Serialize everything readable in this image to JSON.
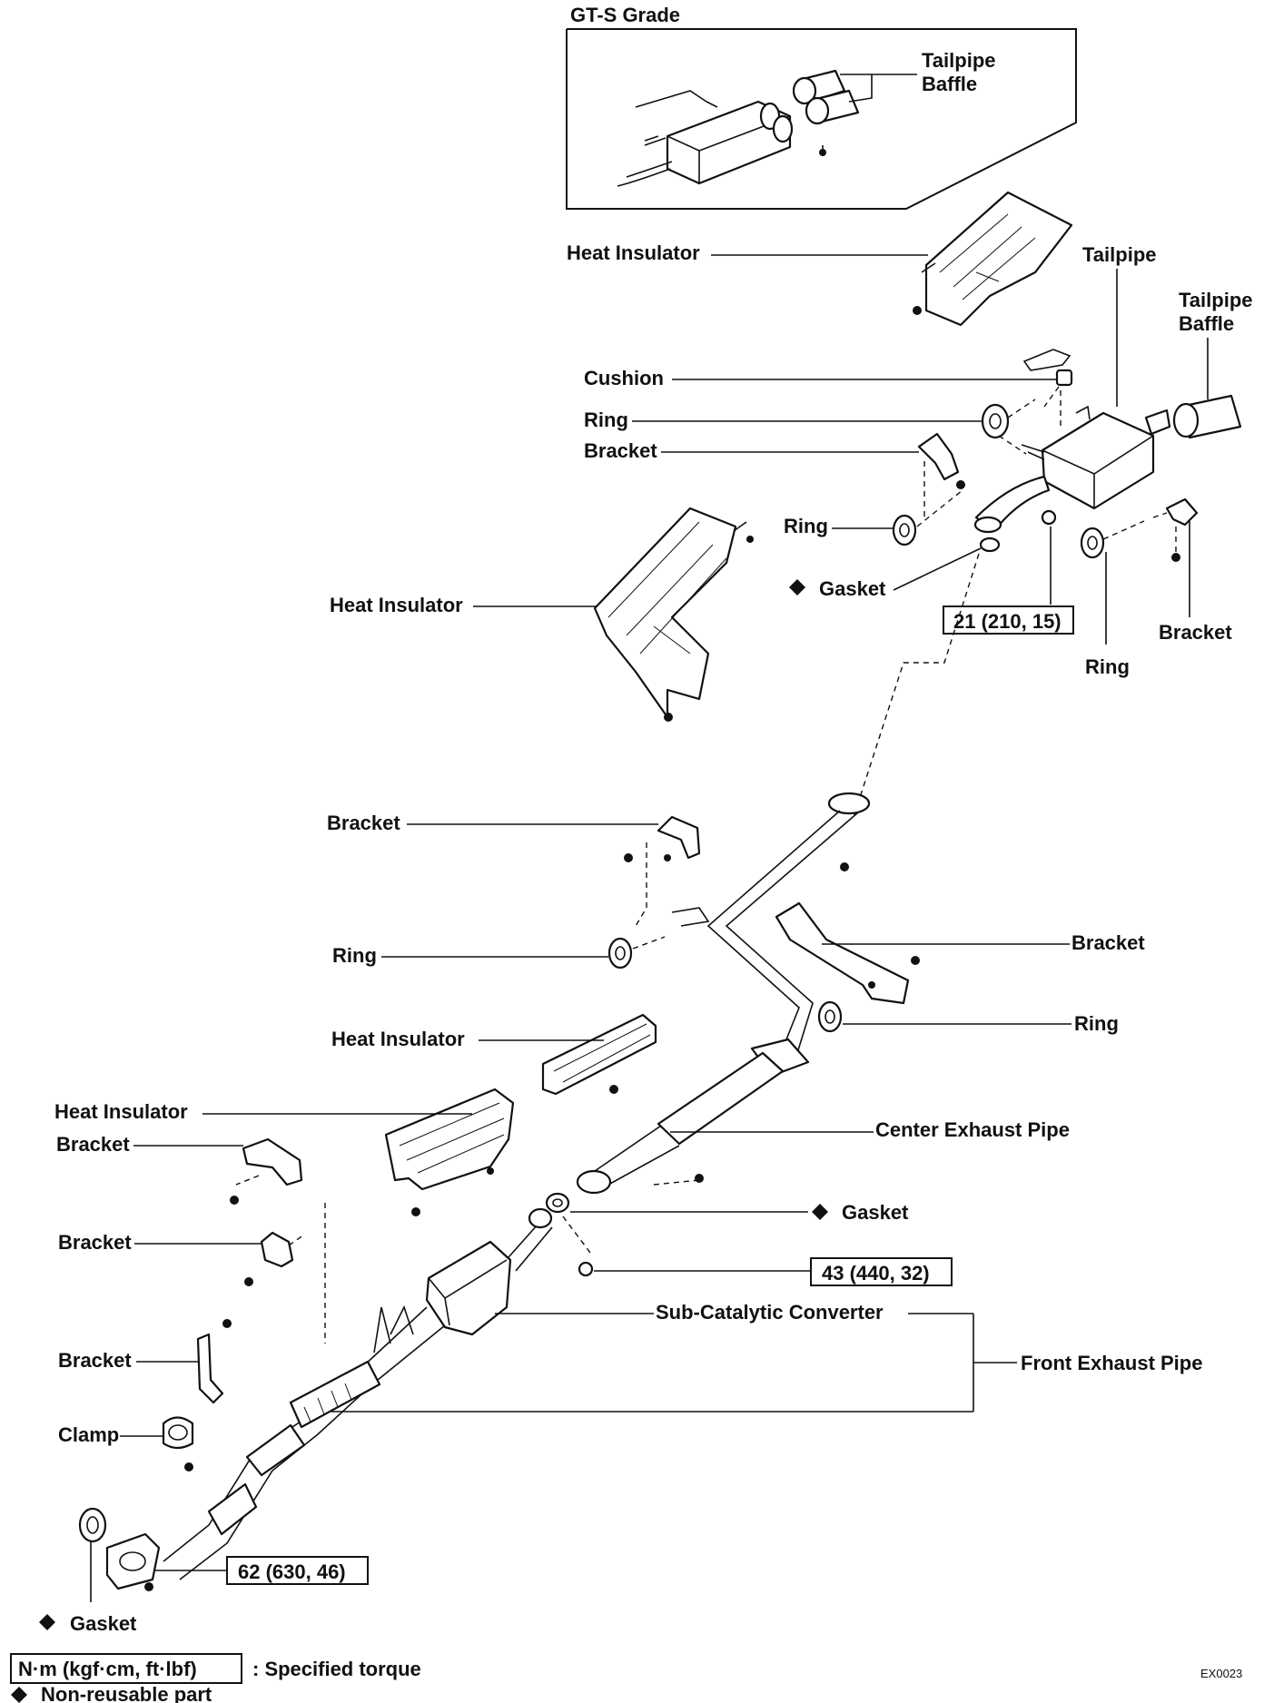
{
  "inset": {
    "title": "GT-S Grade",
    "tailpipe_baffle": "Tailpipe\nBaffle"
  },
  "labels": {
    "heat_insulator_top": "Heat Insulator",
    "tailpipe": "Tailpipe",
    "tailpipe_baffle": "Tailpipe\nBaffle",
    "cushion": "Cushion",
    "ring_1": "Ring",
    "bracket_1": "Bracket",
    "ring_2": "Ring",
    "heat_insulator_mid": "Heat Insulator",
    "gasket_1": "Gasket",
    "bracket_right": "Bracket",
    "ring_right": "Ring",
    "bracket_2": "Bracket",
    "ring_3": "Ring",
    "bracket_3": "Bracket",
    "ring_4": "Ring",
    "heat_insulator_3": "Heat Insulator",
    "heat_insulator_4": "Heat Insulator",
    "bracket_4": "Bracket",
    "center_exhaust_pipe": "Center Exhaust Pipe",
    "gasket_2": "Gasket",
    "bracket_5": "Bracket",
    "bracket_6": "Bracket",
    "sub_catalytic_converter": "Sub-Catalytic Converter",
    "front_exhaust_pipe": "Front Exhaust Pipe",
    "clamp": "Clamp",
    "gasket_3": "Gasket"
  },
  "torques": {
    "t1": "21 (210, 15)",
    "t2": "43 (440, 32)",
    "t3": "62 (630, 46)"
  },
  "legend": {
    "torque_units": "N·m (kgf·cm, ft·lbf)",
    "torque_desc": ":  Specified torque",
    "nonreusable": "Non-reusable part"
  },
  "figure_code": "EX0023"
}
